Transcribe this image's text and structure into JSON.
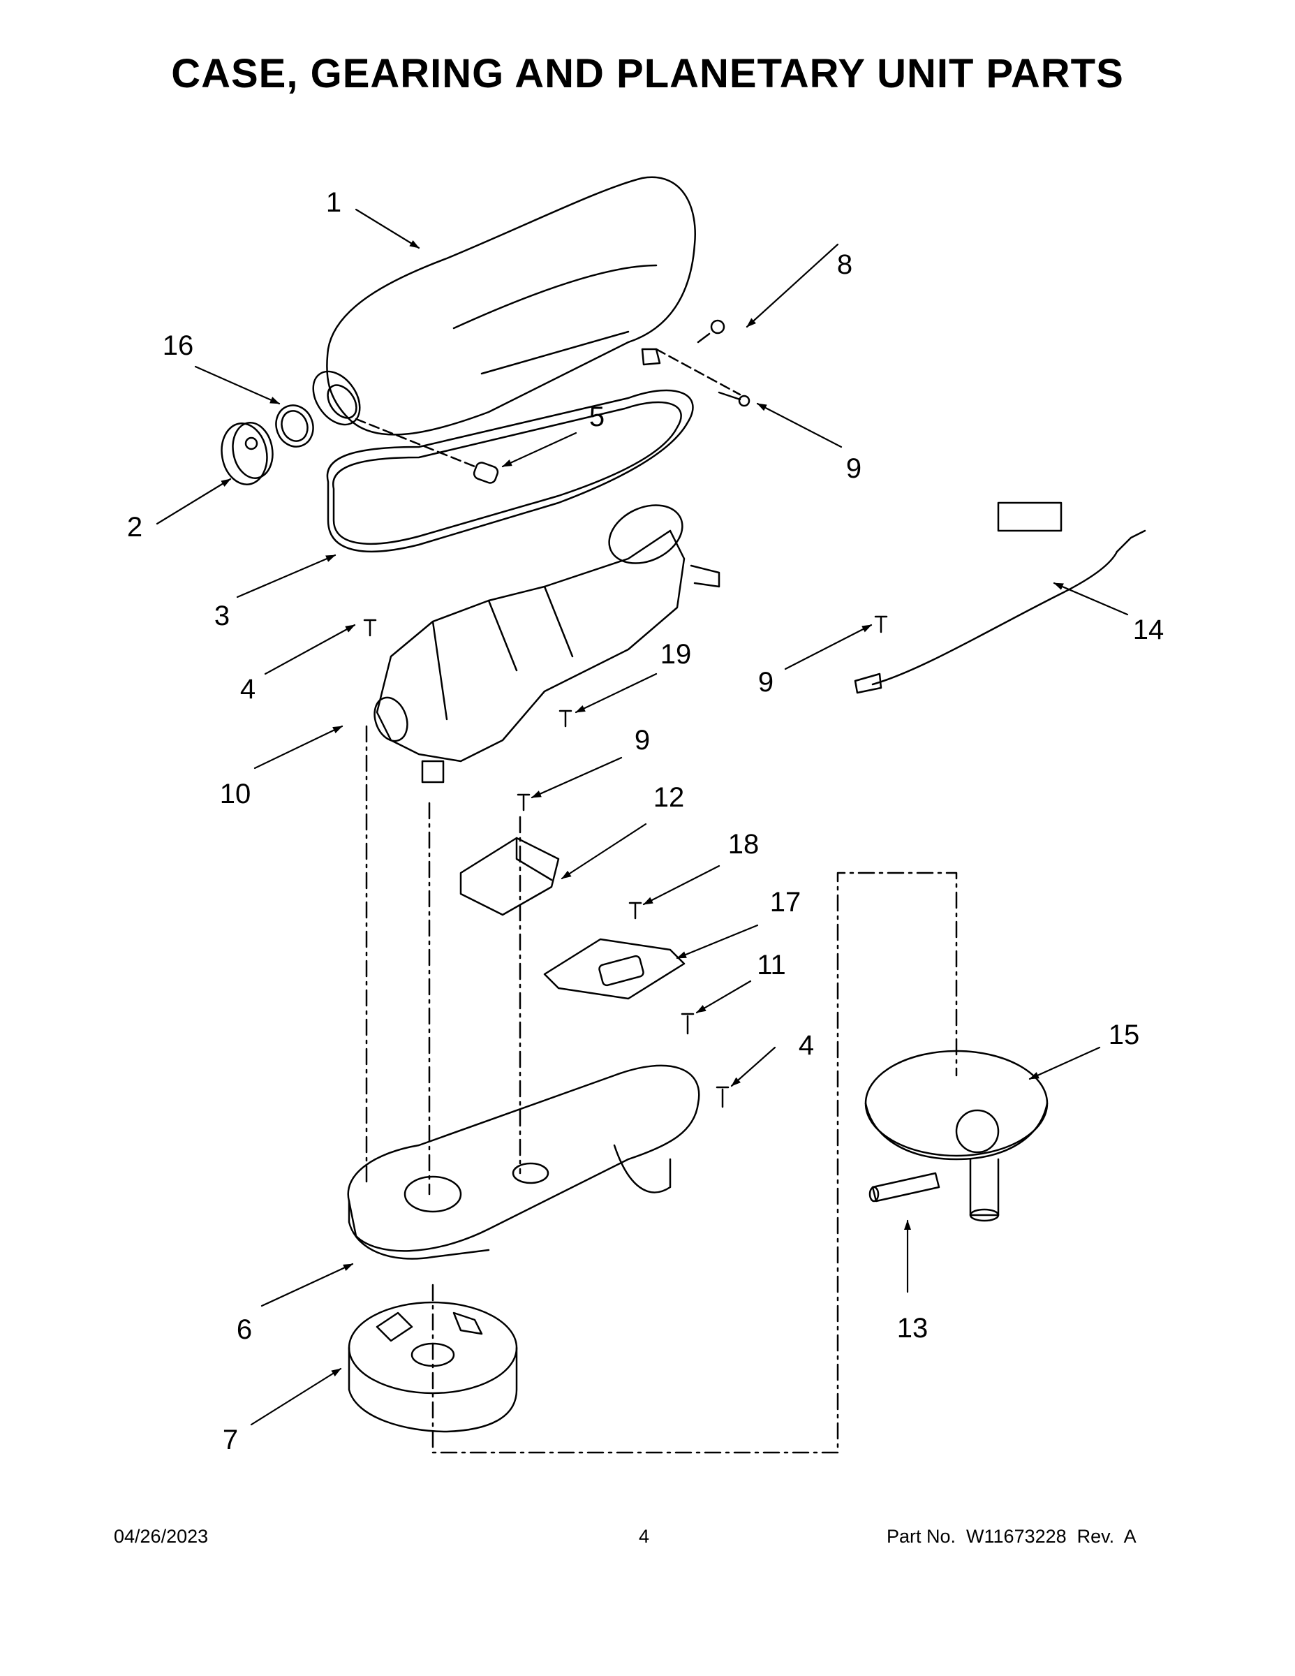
{
  "title": "CASE, GEARING AND PLANETARY UNIT PARTS",
  "callouts": [
    "1",
    "16",
    "8",
    "5",
    "9",
    "2",
    "3",
    "14",
    "4",
    "19",
    "9",
    "10",
    "9",
    "12",
    "18",
    "17",
    "11",
    "15",
    "4",
    "6",
    "13",
    "7"
  ],
  "footer": {
    "date": "04/26/2023",
    "page": "4",
    "part": "Part No.  W11673228  Rev.  A"
  }
}
